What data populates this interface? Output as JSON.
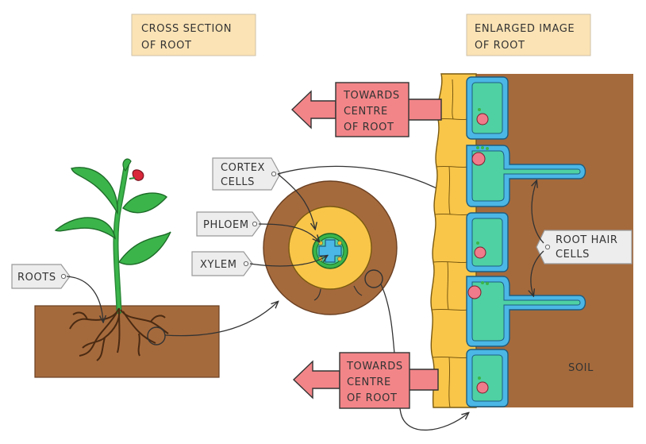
{
  "titles": {
    "cross_section": [
      "CROSS SECTION",
      "OF ROOT"
    ],
    "enlarged": [
      "ENLARGED IMAGE",
      "OF ROOT"
    ]
  },
  "labels": {
    "roots": "ROOTS",
    "cortex": [
      "CORTEX",
      "CELLS"
    ],
    "phloem": "PHLOEM",
    "xylem": "XYLEM",
    "root_hair": [
      "ROOT HAIR",
      "CELLS"
    ],
    "soil": "SOIL"
  },
  "arrows": {
    "top": [
      "TOWARDS",
      "CENTRE",
      "OF ROOT"
    ],
    "bottom": [
      "TOWARDS",
      "CENTRE",
      "OF ROOT"
    ]
  },
  "colors": {
    "title_box": "#fbe3b5",
    "soil": "#a56a3c",
    "cortex": "#f9c64a",
    "cell": "#4fd1a3",
    "cell_wall": "#4bb7e6",
    "nucleus": "#f07b8a",
    "plant_green": "#3bb54a",
    "arrow_fill": "#f28588",
    "label_box": "#ededed"
  }
}
